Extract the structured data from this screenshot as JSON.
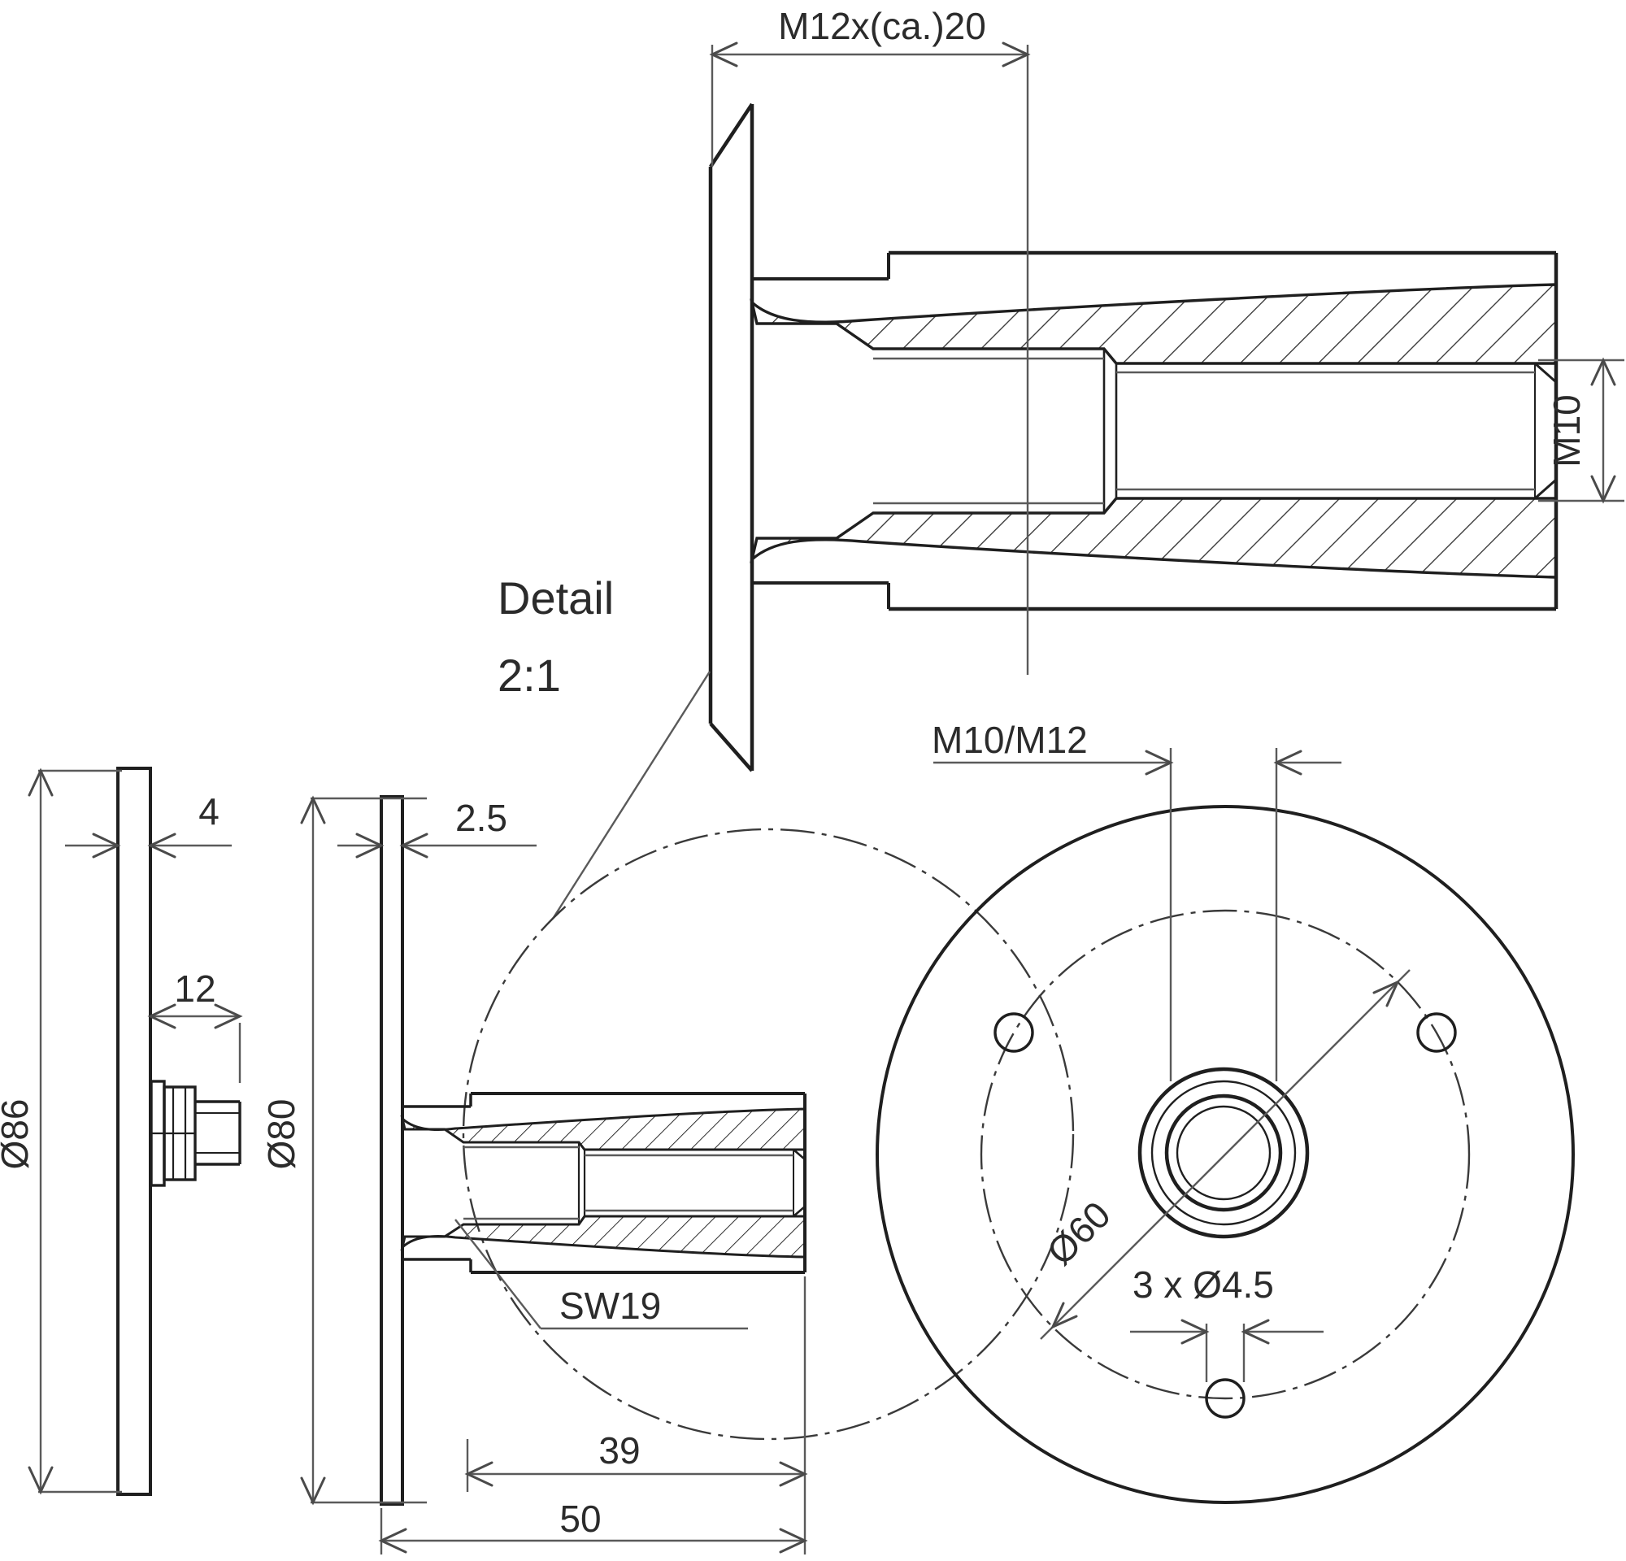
{
  "page": {
    "background": "#ffffff",
    "outline_color": "#1f1f1f",
    "dimension_color": "#5a5a5a"
  },
  "drawing": {
    "detail_view": {
      "title": "Detail",
      "scale": "2:1",
      "thread_depth_dim": "M12x(ca.)20",
      "inner_thread_dim": "M10"
    },
    "side_view": {
      "plate_thickness_dim": "4",
      "protrusion_dim": "12",
      "plate_diameter_dim": "Ø86"
    },
    "section_view": {
      "plate_thickness_dim": "2.5",
      "flange_diameter_dim": "Ø80",
      "wrench_size_label": "SW19",
      "thread_length_dim": "39",
      "overall_length_dim": "50"
    },
    "front_view": {
      "thread_dim": "M10/M12",
      "bolt_circle_dim": "Ø60",
      "mounting_holes_dim": "3 x Ø4.5"
    }
  }
}
